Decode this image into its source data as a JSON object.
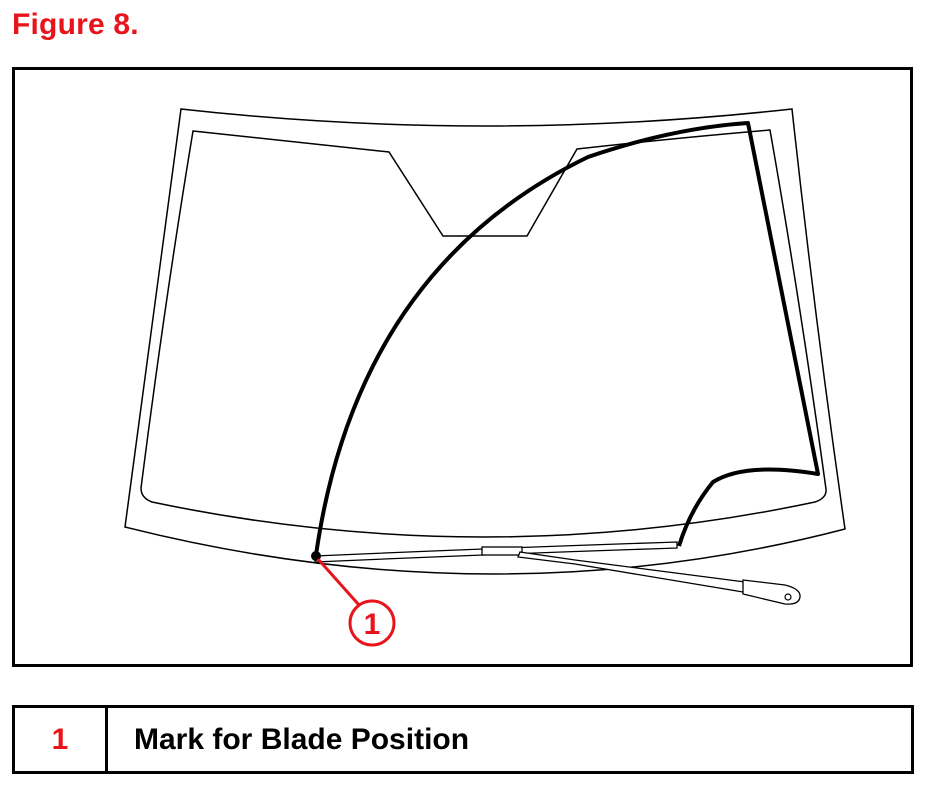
{
  "figure": {
    "title": "Figure 8."
  },
  "callouts": [
    {
      "number": "1"
    }
  ],
  "legend": [
    {
      "number": "1",
      "label": "Mark for Blade Position"
    }
  ],
  "colors": {
    "accent": "#e8141b",
    "line": "#000000",
    "background": "#ffffff"
  }
}
